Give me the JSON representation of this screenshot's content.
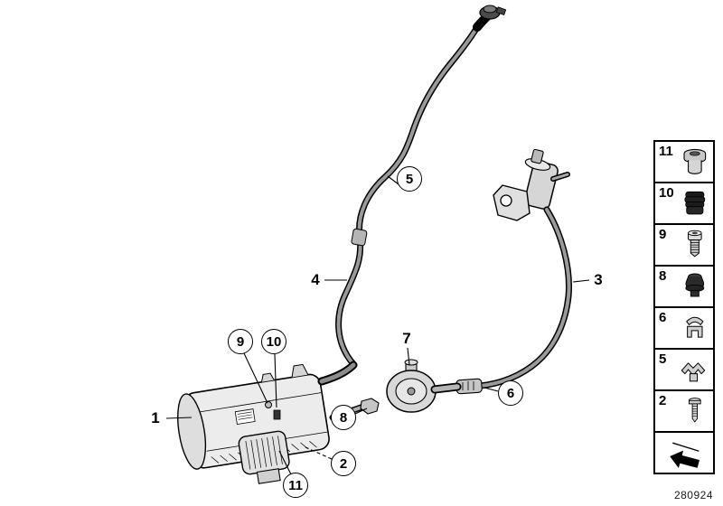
{
  "figure": {
    "number": "280924"
  },
  "callouts": {
    "c1": {
      "label": "1",
      "circled": false
    },
    "c2": {
      "label": "2",
      "circled": true
    },
    "c3": {
      "label": "3",
      "circled": false
    },
    "c4": {
      "label": "4",
      "circled": false
    },
    "c5": {
      "label": "5",
      "circled": true
    },
    "c6": {
      "label": "6",
      "circled": true
    },
    "c7": {
      "label": "7",
      "circled": false
    },
    "c8": {
      "label": "8",
      "circled": true
    },
    "c9": {
      "label": "9",
      "circled": true
    },
    "c10": {
      "label": "10",
      "circled": true
    },
    "c11": {
      "label": "11",
      "circled": true
    }
  },
  "legend": {
    "items": [
      {
        "label": "11",
        "icon": "bushing-icon"
      },
      {
        "label": "10",
        "icon": "rubber-boot-icon"
      },
      {
        "label": "9",
        "icon": "socket-screw-icon"
      },
      {
        "label": "8",
        "icon": "rubber-grommet-icon"
      },
      {
        "label": "6",
        "icon": "clip-icon"
      },
      {
        "label": "5",
        "icon": "holder-clamp-icon"
      },
      {
        "label": "2",
        "icon": "screw-icon"
      }
    ]
  }
}
